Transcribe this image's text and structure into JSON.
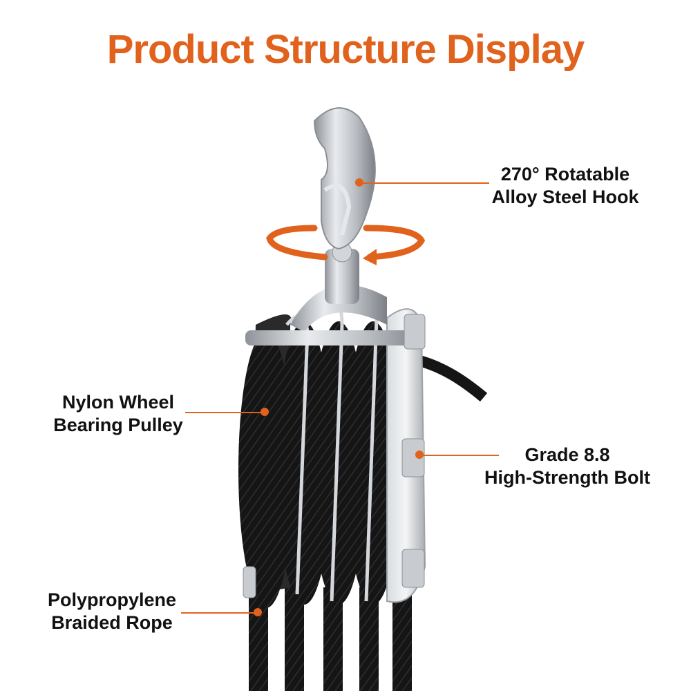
{
  "title": "Product Structure Display",
  "colors": {
    "accent": "#e0621c",
    "rope": "#141414",
    "steel": "#c9ccd0",
    "text": "#111111"
  },
  "callouts": {
    "hook": {
      "line1": "270° Rotatable",
      "line2": "Alloy Steel Hook"
    },
    "wheel": {
      "line1": "Nylon Wheel",
      "line2": "Bearing Pulley"
    },
    "bolt": {
      "line1": "Grade 8.8",
      "line2": "High-Strength Bolt"
    },
    "rope": {
      "line1": "Polypropylene",
      "line2": "Braided Rope"
    }
  }
}
